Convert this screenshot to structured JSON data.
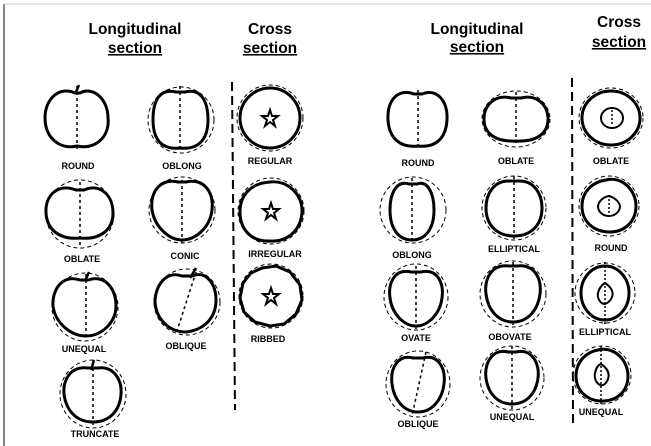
{
  "panel_a": {
    "longitudinal_header": [
      "Longitudinal",
      "section"
    ],
    "cross_header": [
      "Cross",
      "section"
    ],
    "longitudinal_labels": [
      "ROUND",
      "OBLONG",
      "OBLATE",
      "CONIC",
      "UNEQUAL",
      "OBLIQUE",
      "TRUNCATE"
    ],
    "cross_labels": [
      "REGULAR",
      "IRREGULAR",
      "RIBBED"
    ]
  },
  "panel_b": {
    "longitudinal_header": [
      "Longitudinal",
      "section"
    ],
    "cross_header": [
      "Cross",
      "section"
    ],
    "longitudinal_labels": [
      "ROUND",
      "OBLATE",
      "OBLONG",
      "ELLIPTICAL",
      "OVATE",
      "OBOVATE",
      "OBLIQUE",
      "UNEQUAL"
    ],
    "cross_labels": [
      "OBLATE",
      "ROUND",
      "ELLIPTICAL",
      "UNEQUAL"
    ]
  }
}
